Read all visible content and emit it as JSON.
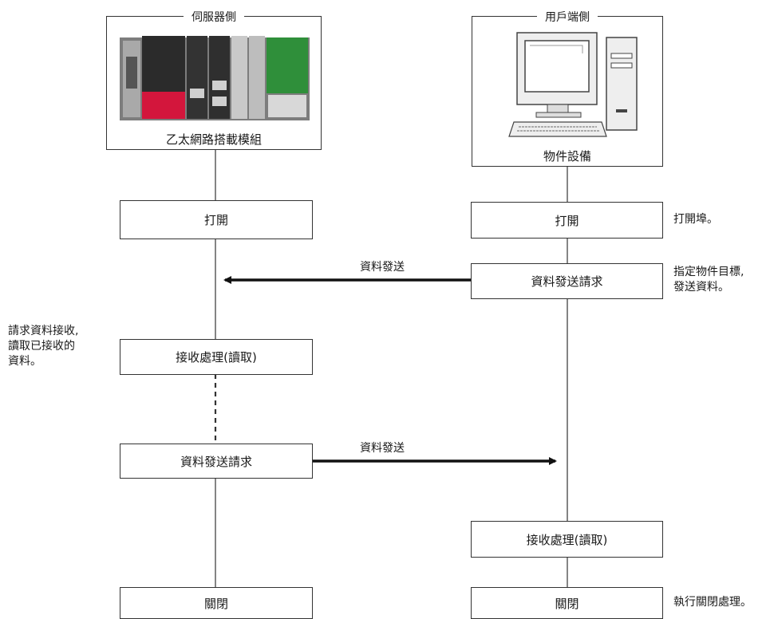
{
  "server": {
    "title": "伺服器側",
    "caption": "乙太網路搭載模組"
  },
  "client": {
    "title": "用戶端側",
    "caption": "物件設備"
  },
  "server_steps": {
    "open": "打開",
    "receive": "接收處理(讀取)",
    "send_request": "資料發送請求",
    "close": "關閉"
  },
  "client_steps": {
    "open": "打開",
    "send_request": "資料發送請求",
    "receive": "接收處理(讀取)",
    "close": "關閉"
  },
  "arrows": {
    "client_to_server": "資料發送",
    "server_to_client": "資料發送"
  },
  "notes": {
    "open_port": "打開埠。",
    "specify_target": "指定物件目標,\n發送資料。",
    "request_receive": "請求資料接收,\n讀取已接收的\n資料。",
    "execute_close": "執行關閉處理。"
  }
}
